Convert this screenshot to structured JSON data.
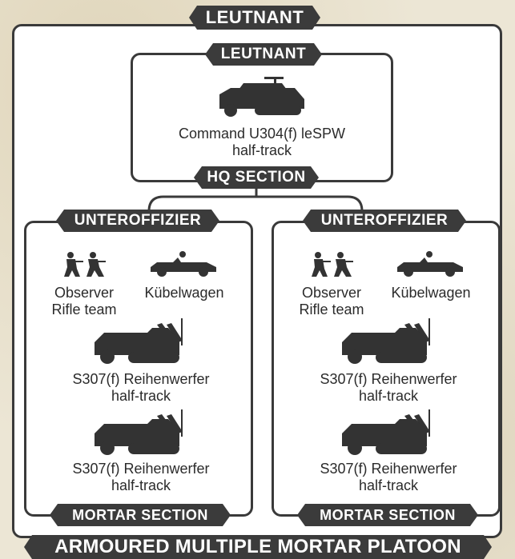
{
  "top_banner": "LEUTNANT",
  "hq": {
    "banner": "LEUTNANT",
    "vehicle": "Command U304(f) leSPW",
    "vehicle_line2": "half-track",
    "section_banner": "HQ SECTION"
  },
  "left_section": {
    "banner": "UNTEROFFIZIER",
    "observer_line1": "Observer",
    "observer_line2": "Rifle team",
    "car": "Kübelwagen",
    "halftrack1_line1": "S307(f) Reihenwerfer",
    "halftrack1_line2": "half-track",
    "halftrack2_line1": "S307(f) Reihenwerfer",
    "halftrack2_line2": "half-track",
    "section_banner": "MORTAR SECTION"
  },
  "right_section": {
    "banner": "UNTEROFFIZIER",
    "observer_line1": "Observer",
    "observer_line2": "Rifle team",
    "car": "Kübelwagen",
    "halftrack1_line1": "S307(f) Reihenwerfer",
    "halftrack1_line2": "half-track",
    "halftrack2_line1": "S307(f) Reihenwerfer",
    "halftrack2_line2": "half-track",
    "section_banner": "MORTAR SECTION"
  },
  "bottom_banner": "ARMOURED MULTIPLE MORTAR PLATOON",
  "colors": {
    "banner": "#3b3b3b",
    "silhouette": "#333333",
    "frame": "#3a3a3a"
  },
  "icons": [
    "command-halftrack-icon",
    "observer-team-icon",
    "kubelwagen-icon",
    "rocket-halftrack-icon"
  ]
}
